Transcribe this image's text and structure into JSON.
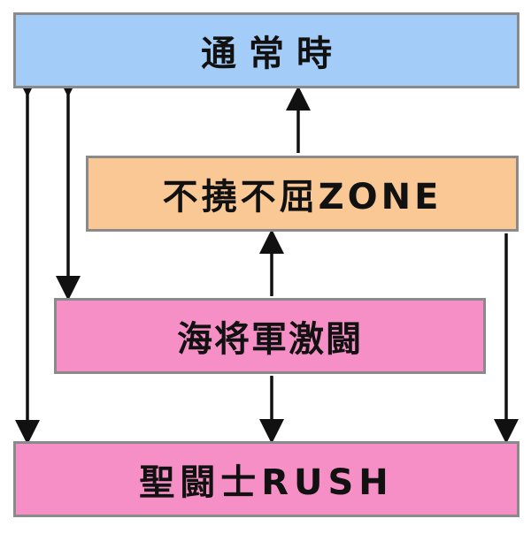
{
  "nodes": {
    "normal": {
      "label": "通常時",
      "color": "#a3ccf9"
    },
    "zone": {
      "label": "不撓不屈ZONE",
      "color": "#f9c894"
    },
    "battle": {
      "label": "海将軍激闘",
      "color": "#f58fc5"
    },
    "rush": {
      "label": "聖闘士RUSH",
      "color": "#f58fc5"
    }
  },
  "edges": [
    {
      "from": "normal",
      "to": "rush",
      "bidirectional": true
    },
    {
      "from": "normal",
      "to": "battle",
      "bidirectional": true
    },
    {
      "from": "zone",
      "to": "normal",
      "bidirectional": false
    },
    {
      "from": "battle",
      "to": "zone",
      "bidirectional": false
    },
    {
      "from": "battle",
      "to": "rush",
      "bidirectional": false
    },
    {
      "from": "zone",
      "to": "rush",
      "bidirectional": false
    }
  ],
  "style": {
    "arrow_color": "#111111",
    "border_color": "#8a8a8a"
  }
}
